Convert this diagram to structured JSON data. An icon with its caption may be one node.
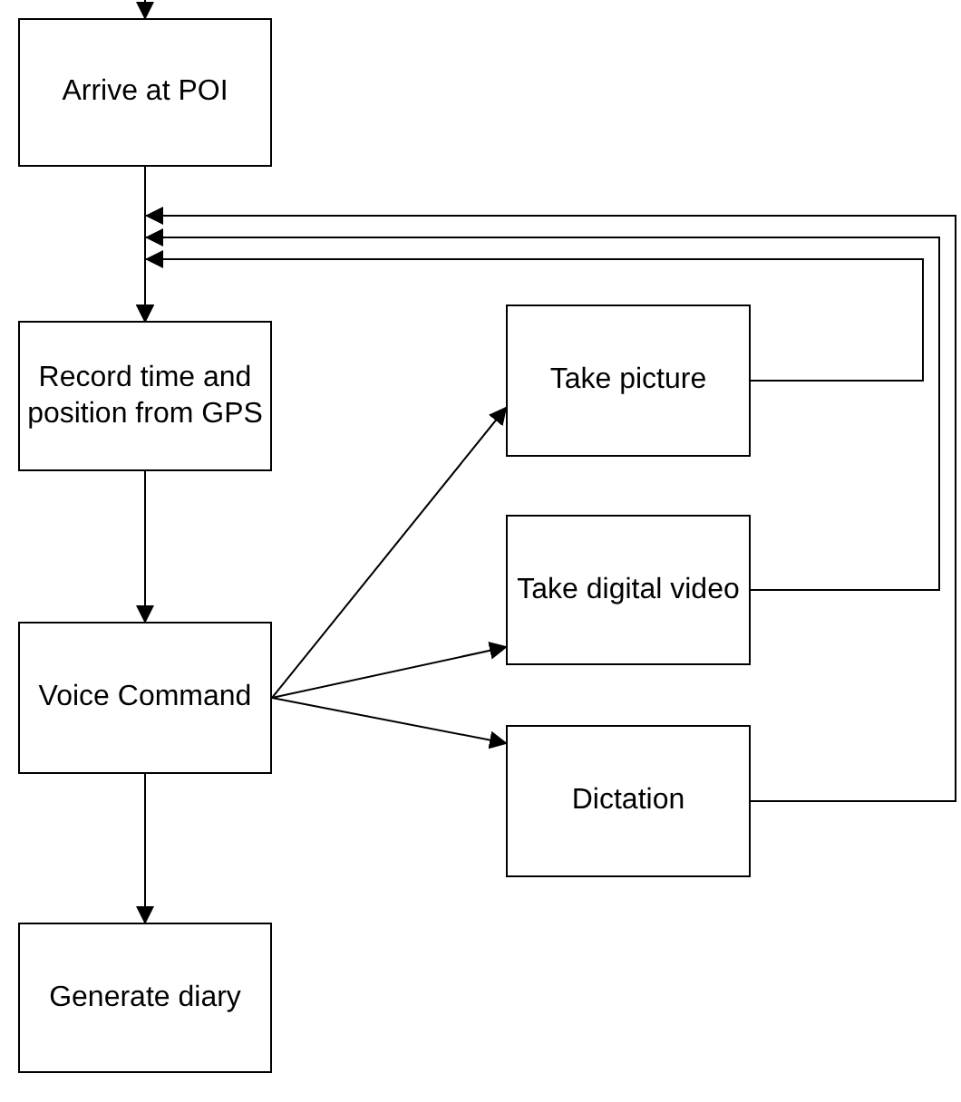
{
  "diagram": {
    "nodes": [
      {
        "text": [
          "Arrive at POI"
        ]
      },
      {
        "text": [
          "Record time and position from GPS"
        ]
      },
      {
        "text": [
          "Take picture"
        ]
      },
      {
        "text": [
          "Take digital video"
        ]
      },
      {
        "text": [
          "Voice Command"
        ]
      },
      {
        "text": [
          "Dictation"
        ]
      },
      {
        "text": [
          "Generate diary"
        ]
      }
    ],
    "edges": [
      {
        "from": null,
        "to": 0,
        "arrow": "to"
      },
      {
        "from": 0,
        "to": 1,
        "arrow": "to"
      },
      {
        "from": 5,
        "to": 1,
        "arrow": "to"
      },
      {
        "from": 3,
        "to": 1,
        "arrow": "to"
      },
      {
        "from": 2,
        "to": 1,
        "arrow": "to"
      },
      {
        "from": 1,
        "to": 4,
        "arrow": "to"
      },
      {
        "from": 4,
        "to": 2,
        "arrow": "to"
      },
      {
        "from": 4,
        "to": 3,
        "arrow": "to"
      },
      {
        "from": 4,
        "to": 5,
        "arrow": "to"
      },
      {
        "from": 4,
        "to": 6,
        "arrow": "to"
      }
    ]
  }
}
